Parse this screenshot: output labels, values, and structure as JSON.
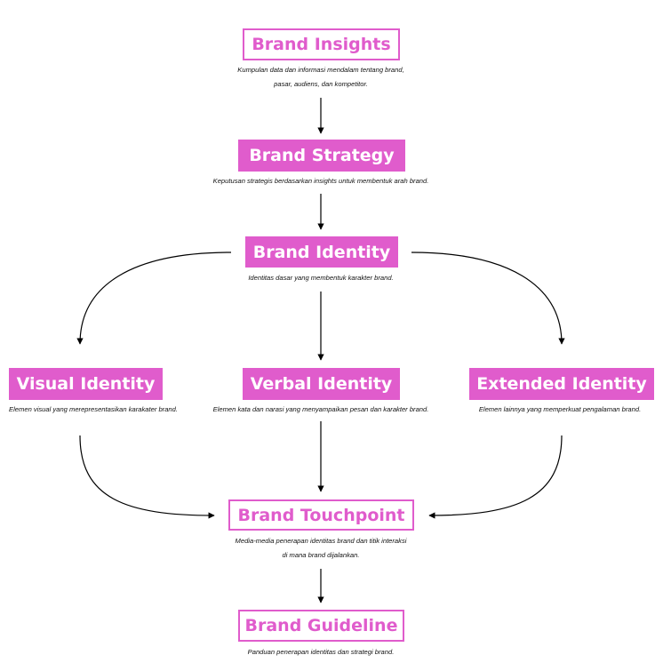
{
  "colors": {
    "accent": "#e05ccc",
    "line": "#000000"
  },
  "nodes": {
    "insights": {
      "title": "Brand Insights",
      "desc1": "Kumpulan data dan informasi mendalam tentang brand,",
      "desc2": "pasar, audiens, dan kompetitor."
    },
    "strategy": {
      "title": "Brand Strategy",
      "desc1": "Keputusan strategis berdasarkan insights untuk membentuk arah brand."
    },
    "identity": {
      "title": "Brand Identity",
      "desc1": "Identitas dasar yang membentuk karakter brand."
    },
    "visual": {
      "title": "Visual Identity",
      "desc1": "Elemen visual yang merepresentasikan karakater brand."
    },
    "verbal": {
      "title": "Verbal Identity",
      "desc1": "Elemen kata dan narasi yang menyampaikan pesan dan karakter brand."
    },
    "extended": {
      "title": "Extended Identity",
      "desc1": "Elemen lainnya yang memperkuat pengalaman brand."
    },
    "touchpoint": {
      "title": "Brand Touchpoint",
      "desc1": "Media-media penerapan identitas brand dan titik interaksi",
      "desc2": "di mana brand dijalankan."
    },
    "guideline": {
      "title": "Brand Guideline",
      "desc1": "Panduan penerapan identitas dan strategi brand."
    }
  }
}
